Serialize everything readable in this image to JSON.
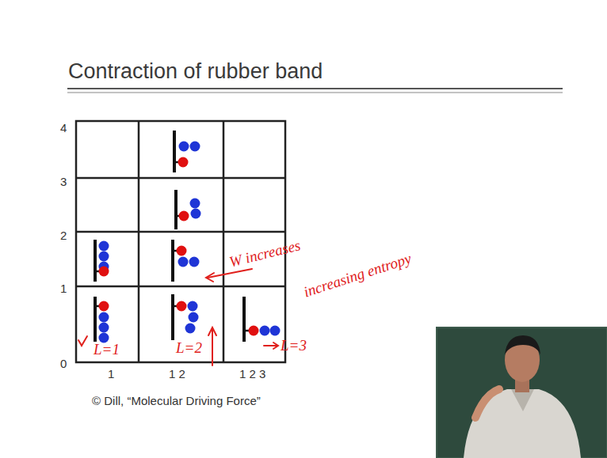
{
  "diagram": {
    "title": "Contraction of rubber band",
    "caption": "© Dill, “Molecular Driving Force”",
    "labels": [
      "4",
      "3",
      "2",
      "1",
      "0",
      "1",
      "1 2",
      "1 2 3",
      "W increases",
      "increasing entropy",
      "L=1",
      "L=2",
      "L=3"
    ]
  }
}
